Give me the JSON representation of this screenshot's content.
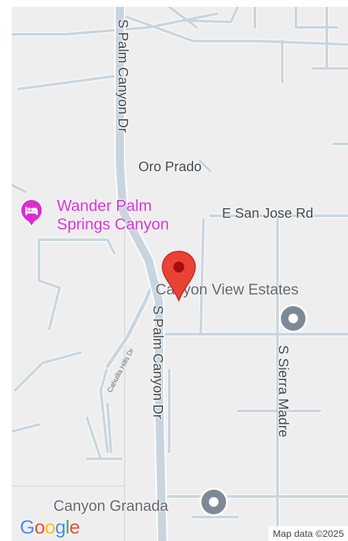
{
  "map": {
    "streets": {
      "s_palm_canyon_top": "S Palm Canyon Dr",
      "s_palm_canyon_bottom": "S Palm Canyon Dr",
      "oro_prado": "Oro Prado",
      "e_san_jose": "E San Jose Rd",
      "s_sierra_madre": "S Sierra Madre",
      "cahuilla_hills": "Cahuilla Hills Dr"
    },
    "places": {
      "hotel": {
        "line1": "Wander Palm",
        "line2": "Springs Canyon",
        "icon": "bed-icon",
        "color": "#d82fd0"
      },
      "canyon_view": {
        "label": "Canyon View Estates",
        "icon": "place-icon",
        "color": "#7b8a96"
      },
      "canyon_granada": {
        "label": "Canyon Granada",
        "icon": "place-icon",
        "color": "#7b8a96"
      }
    },
    "marker": {
      "icon": "location-pin-icon",
      "color": "#ea4335"
    },
    "colors": {
      "background": "#eeeeee",
      "road": "#c9d5de",
      "road_outline": "#ffffff"
    }
  },
  "branding": {
    "logo": "Google"
  },
  "attribution": "Map data ©2025"
}
